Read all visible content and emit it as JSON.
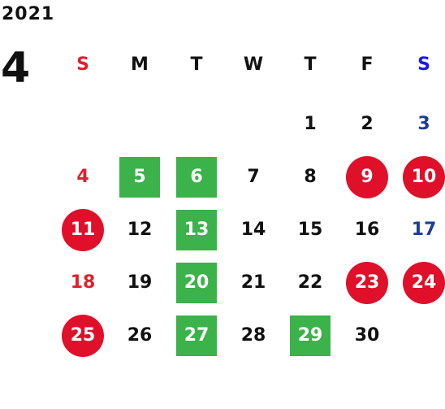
{
  "calendar": {
    "year": "2021",
    "month": "4",
    "weekdays": [
      {
        "label": "S",
        "color": "#e0202e"
      },
      {
        "label": "M",
        "color": "#111111"
      },
      {
        "label": "T",
        "color": "#111111"
      },
      {
        "label": "W",
        "color": "#111111"
      },
      {
        "label": "T",
        "color": "#111111"
      },
      {
        "label": "F",
        "color": "#111111"
      },
      {
        "label": "S",
        "color": "#1a1ae6"
      }
    ],
    "colors": {
      "sunday_text": "#e0202e",
      "saturday_text": "#1b3f93",
      "weekday_text": "#111111",
      "red_circle": "#e0102a",
      "green_square": "#3bb24a"
    },
    "weeks": [
      [
        {
          "text": "",
          "style": "none"
        },
        {
          "text": "",
          "style": "none"
        },
        {
          "text": "",
          "style": "none"
        },
        {
          "text": "",
          "style": "none"
        },
        {
          "text": "1",
          "style": "weekday"
        },
        {
          "text": "2",
          "style": "weekday"
        },
        {
          "text": "3",
          "style": "saturday"
        }
      ],
      [
        {
          "text": "4",
          "style": "sunday"
        },
        {
          "text": "5",
          "style": "green"
        },
        {
          "text": "6",
          "style": "green"
        },
        {
          "text": "7",
          "style": "weekday"
        },
        {
          "text": "8",
          "style": "weekday"
        },
        {
          "text": "9",
          "style": "red"
        },
        {
          "text": "10",
          "style": "red"
        }
      ],
      [
        {
          "text": "11",
          "style": "red"
        },
        {
          "text": "12",
          "style": "weekday"
        },
        {
          "text": "13",
          "style": "green"
        },
        {
          "text": "14",
          "style": "weekday"
        },
        {
          "text": "15",
          "style": "weekday"
        },
        {
          "text": "16",
          "style": "weekday"
        },
        {
          "text": "17",
          "style": "saturday"
        }
      ],
      [
        {
          "text": "18",
          "style": "sunday"
        },
        {
          "text": "19",
          "style": "weekday"
        },
        {
          "text": "20",
          "style": "green"
        },
        {
          "text": "21",
          "style": "weekday"
        },
        {
          "text": "22",
          "style": "weekday"
        },
        {
          "text": "23",
          "style": "red"
        },
        {
          "text": "24",
          "style": "red"
        }
      ],
      [
        {
          "text": "25",
          "style": "red"
        },
        {
          "text": "26",
          "style": "weekday"
        },
        {
          "text": "27",
          "style": "green"
        },
        {
          "text": "28",
          "style": "weekday"
        },
        {
          "text": "29",
          "style": "green"
        },
        {
          "text": "30",
          "style": "weekday"
        },
        {
          "text": "",
          "style": "none"
        }
      ]
    ]
  }
}
